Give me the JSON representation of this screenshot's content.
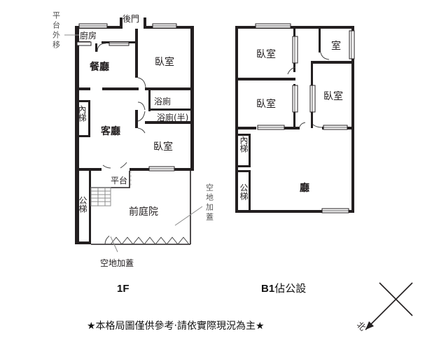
{
  "floor_1": {
    "label": "1F",
    "rooms": {
      "kitchen": "廚房",
      "back_door": "後門",
      "dining": "餐廳",
      "bedroom_top": "臥室",
      "inner_stair": "內梯",
      "living": "客廳",
      "bath": "浴廁",
      "half_bath": "浴廁(半)",
      "bedroom_mid": "臥室",
      "platform": "平台",
      "public_stair": "公梯",
      "front_yard": "前庭院"
    },
    "notes": {
      "platform_moved_out": "平台外移",
      "vacant_extension_right": "空地加蓋",
      "vacant_extension_bottom": "空地加蓋"
    }
  },
  "floor_b1": {
    "label_bold": "B1",
    "label_rest": "佔公設",
    "rooms": {
      "bedroom_top_left": "臥室",
      "room_top_right": "室",
      "bedroom_left": "臥室",
      "bedroom_right": "臥室",
      "inner_stair": "內梯",
      "public_stair": "公梯",
      "hall": "廳"
    }
  },
  "disclaimer": "★本格局圖僅供參考‧請依實際現況為主★",
  "compass": {
    "north_glyph": "北"
  }
}
